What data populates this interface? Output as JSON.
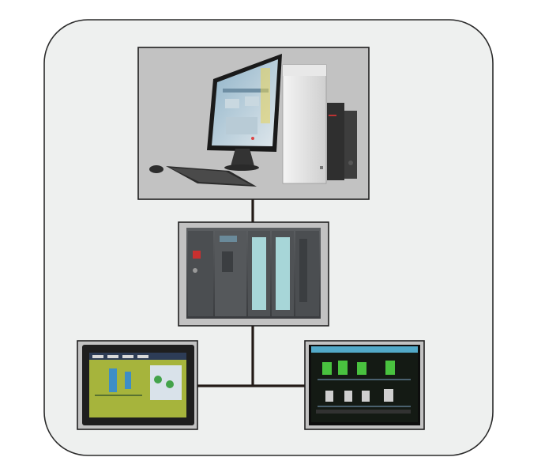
{
  "diagram": {
    "nodes": [
      {
        "id": "computer",
        "kind": "workstation-pc"
      },
      {
        "id": "plc",
        "kind": "plc-controller"
      },
      {
        "id": "hmi-left",
        "kind": "touch-panel-hmi"
      },
      {
        "id": "hmi-right",
        "kind": "scada-display-hmi"
      }
    ],
    "connections": [
      {
        "from": "computer",
        "to": "plc"
      },
      {
        "from": "plc",
        "to": "hmi-left"
      },
      {
        "from": "plc",
        "to": "hmi-right"
      }
    ]
  },
  "colors": {
    "page_background": "#ffffff",
    "container_background": "#eef0ef",
    "container_border": "#2a2a2a",
    "image_box_border": "#1f1f1f",
    "photo_background": "#c2c2c2",
    "connector": "#231a16"
  }
}
